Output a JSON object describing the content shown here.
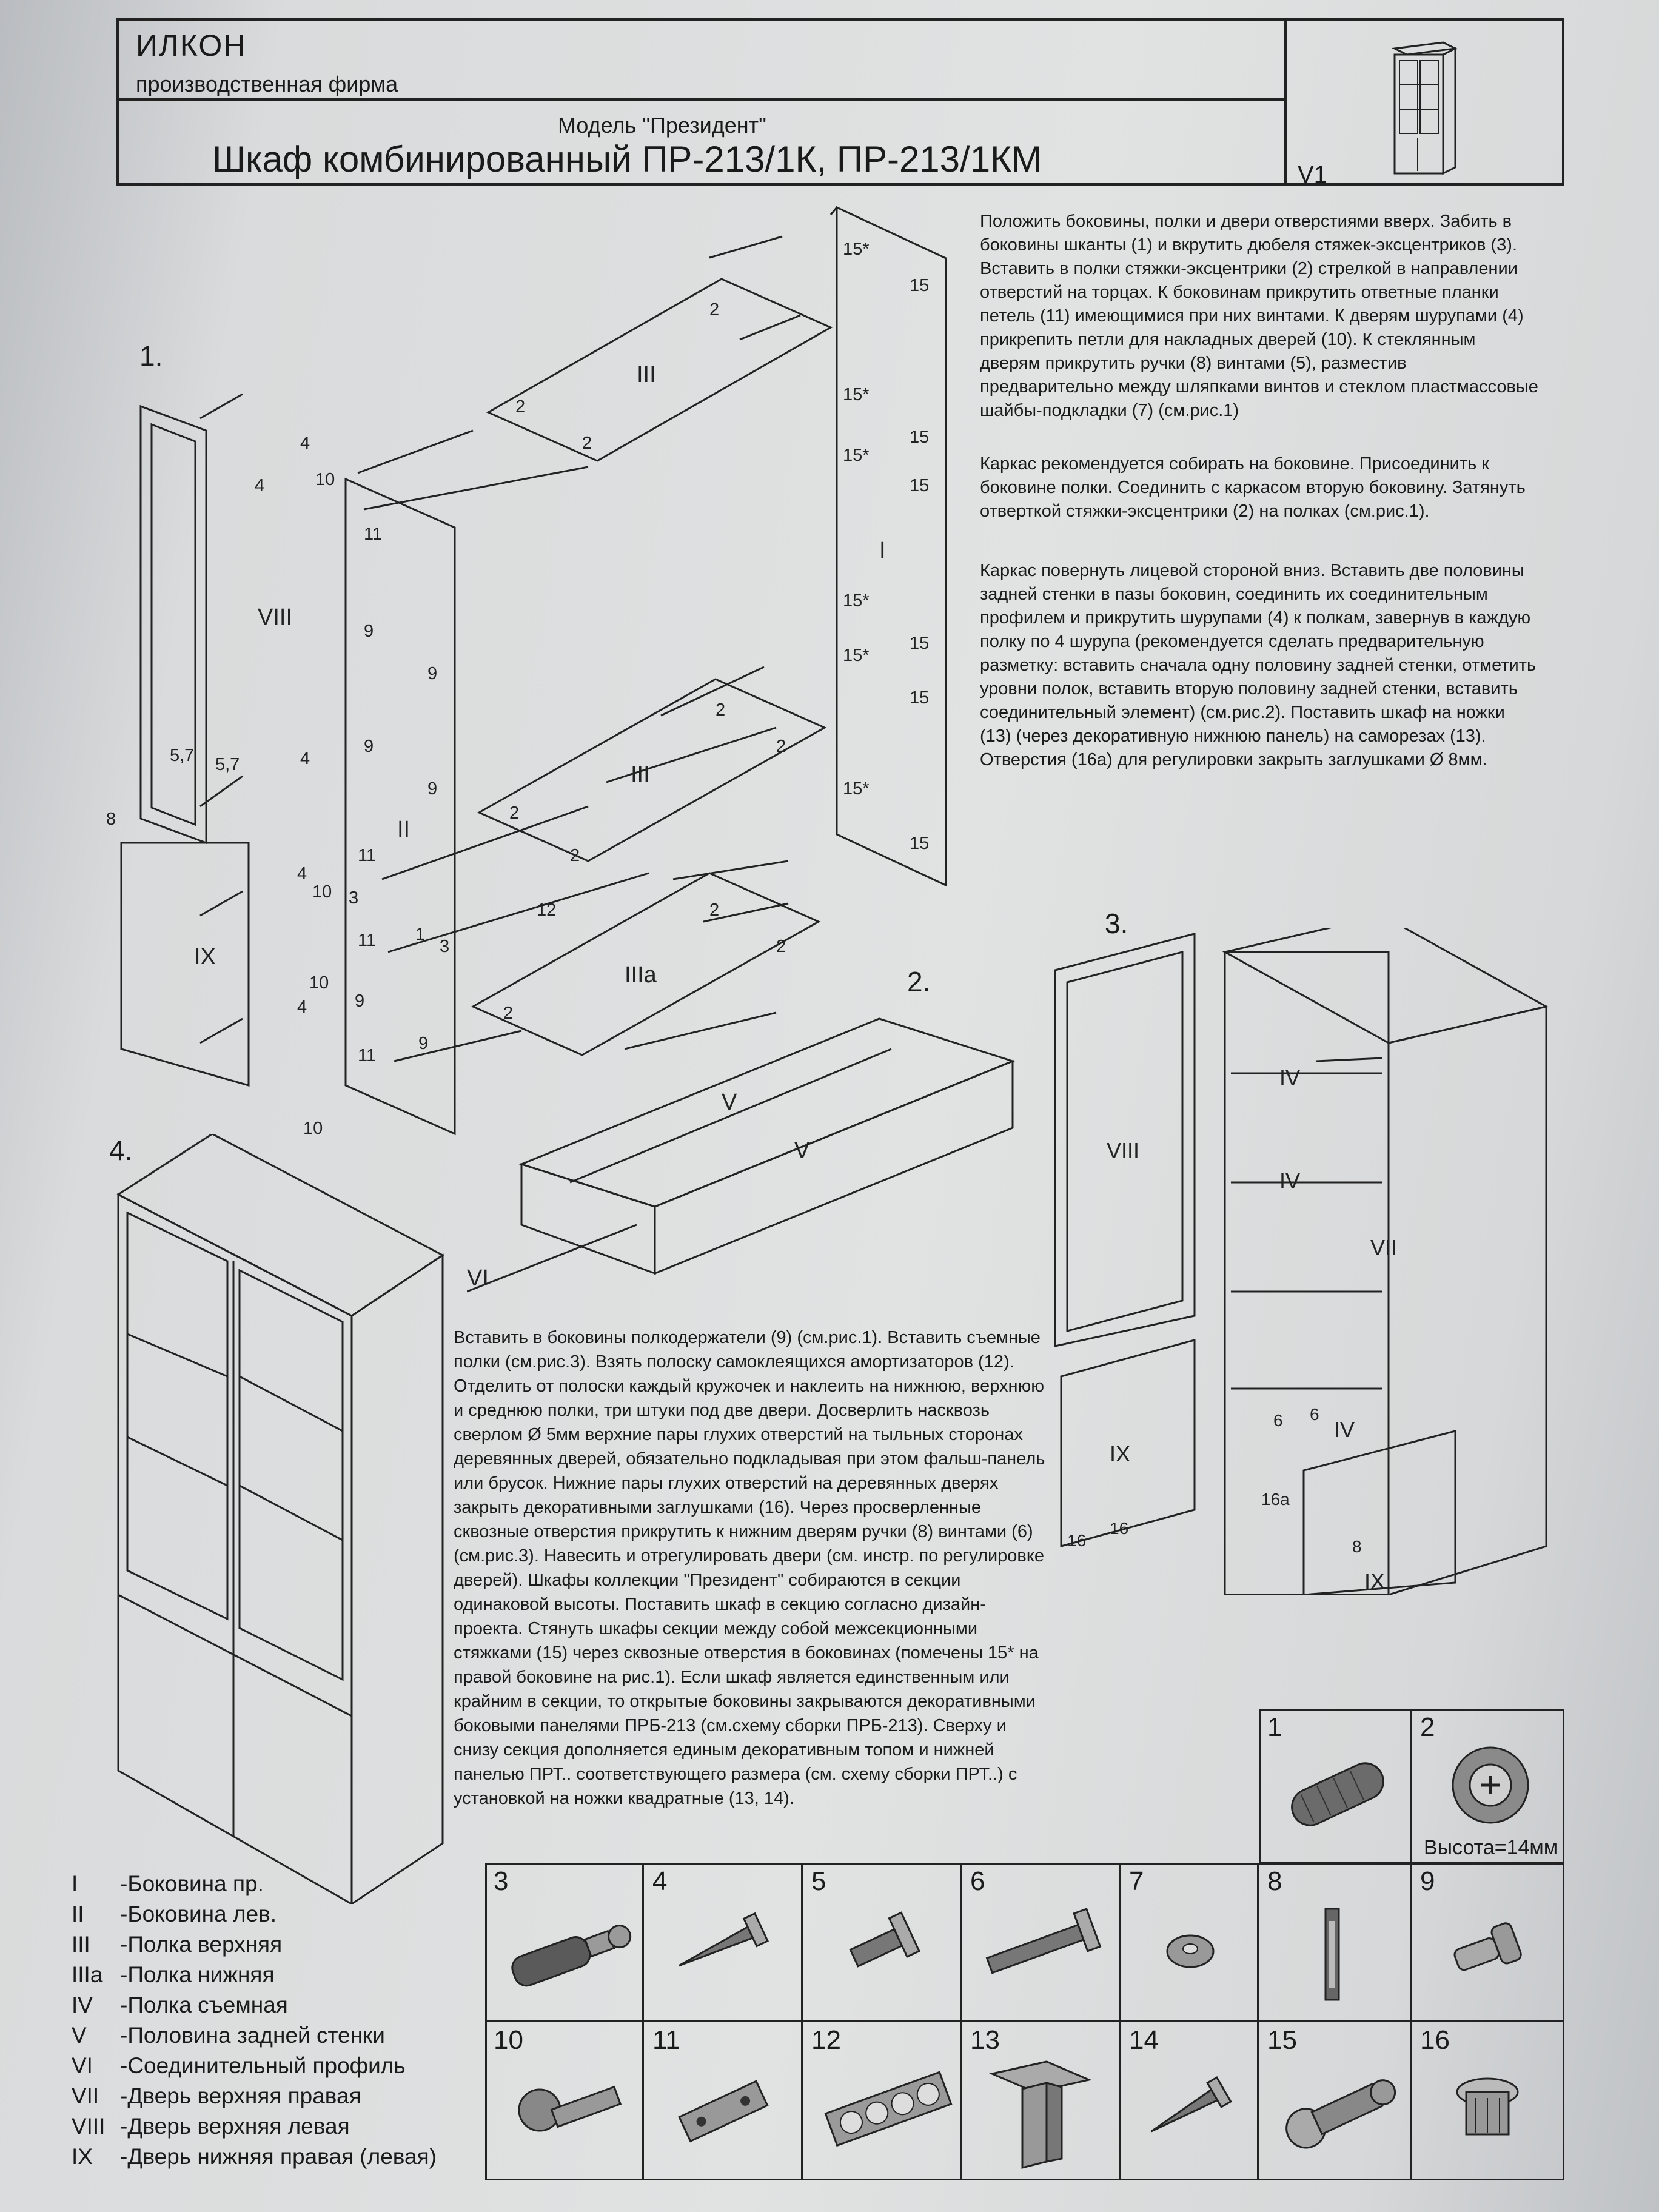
{
  "header": {
    "company": "ИЛКОН",
    "company_sub": "производственная фирма",
    "model": "Модель \"Президент\"",
    "title": "Шкаф комбинированный ПР-213/1К, ПР-213/1КМ",
    "variant": "V1"
  },
  "instructions": {
    "block1": "Положить боковины, полки и двери отверстиями вверх. Забить в боковины шканты (1) и вкрутить дюбеля стяжек-эксцентриков (3). Вставить в полки стяжки-эксцентрики (2) стрелкой в направлении отверстий на торцах. К боковинам прикрутить ответные планки петель (11) имеющимися при них винтами. К дверям шурупами (4) прикрепить петли для накладных дверей (10). К стеклянным дверям прикрутить ручки (8) винтами (5), разместив предварительно между шляпками винтов и стеклом пластмассовые шайбы-подкладки (7) (см.рис.1)",
    "block2": "Каркас рекомендуется собирать на боковине. Присоединить к боковине полки. Соединить с каркасом вторую боковину. Затянуть отверткой стяжки-эксцентрики (2) на полках (см.рис.1).",
    "block3": "Каркас повернуть лицевой стороной вниз. Вставить две половины задней стенки в пазы боковин, соединить их соединительным профилем и прикрутить шурупами (4) к полкам, завернув в каждую полку по 4 шурупа (рекомендуется сделать предварительную разметку: вставить сначала одну половину задней стенки, отметить уровни полок, вставить вторую половину задней стенки, вставить соединительный элемент) (см.рис.2). Поставить шкаф на ножки (13) (через декоративную нижнюю панель) на саморезах (13). Отверстия (16а) для регулировки закрыть заглушками Ø 8мм.",
    "block4": "Вставить в боковины полкодержатели (9) (см.рис.1). Вставить съемные полки (см.рис.3). Взять полоску самоклеящихся амортизаторов (12). Отделить от полоски каждый кружочек и наклеить на нижнюю, верхнюю и среднюю полки, три штуки под две двери. Досверлить насквозь сверлом Ø 5мм верхние пары глухих отверстий на тыльных сторонах деревянных дверей, обязательно подкладывая при этом фальш-панель или брусок. Нижние пары глухих отверстий на деревянных дверях закрыть декоративными заглушками (16). Через просверленные сквозные отверстия прикрутить к нижним дверям ручки (8) винтами (6) (см.рис.3). Навесить и отрегулировать двери (см. инстр. по регулировке дверей). Шкафы коллекции \"Президент\" собираются в секции одинаковой высоты. Поставить шкаф в секцию согласно дизайн-проекта. Стянуть шкафы секции между собой межсекционными стяжками (15) через сквозные отверстия в боковинах (помечены 15* на правой боковине на рис.1). Если шкаф является единственным или крайним в секции, то открытые боковины закрываются декоративными боковыми панелями ПРБ-213 (см.схему сборки ПРБ-213). Сверху и снизу секция дополняется единым декоративным топом и нижней панелью ПРТ.. соответствующего размера (см. схему сборки ПРТ..) с установкой на ножки квадратные (13, 14)."
  },
  "figures": {
    "fig1": {
      "number": "1.",
      "labels": [
        "VIII",
        "IX",
        "II",
        "III",
        "III",
        "IIIa",
        "I",
        "15*",
        "15*",
        "15*",
        "15*",
        "15*",
        "15*",
        "15",
        "15",
        "15",
        "15",
        "15",
        "15",
        "2",
        "2",
        "2",
        "2",
        "2",
        "2",
        "2",
        "2",
        "2",
        "2",
        "10",
        "10",
        "10",
        "10",
        "11",
        "11",
        "11",
        "11",
        "9",
        "9",
        "9",
        "9",
        "9",
        "9",
        "4",
        "4",
        "4",
        "4",
        "5,7",
        "5,7",
        "8",
        "12",
        "3",
        "3",
        "1"
      ]
    },
    "fig2": {
      "number": "2.",
      "labels": [
        "V",
        "V",
        "VI"
      ]
    },
    "fig3": {
      "number": "3.",
      "labels": [
        "VIII",
        "IX",
        "IV",
        "IV",
        "IV",
        "VII",
        "IX",
        "6",
        "6",
        "16a",
        "8",
        "16",
        "16"
      ]
    },
    "fig4": {
      "number": "4."
    }
  },
  "legend": [
    {
      "code": "I",
      "text": "-Боковина пр."
    },
    {
      "code": "II",
      "text": "-Боковина лев."
    },
    {
      "code": "III",
      "text": "-Полка верхняя"
    },
    {
      "code": "IIIa",
      "text": "-Полка нижняя"
    },
    {
      "code": "IV",
      "text": "-Полка съемная"
    },
    {
      "code": "V",
      "text": "-Половина задней стенки"
    },
    {
      "code": "VI",
      "text": "-Соединительный профиль"
    },
    {
      "code": "VII",
      "text": "-Дверь верхняя правая"
    },
    {
      "code": "VIII",
      "text": "-Дверь верхняя левая"
    },
    {
      "code": "IX",
      "text": "-Дверь нижняя правая (левая)"
    }
  ],
  "parts": [
    {
      "num": "1",
      "icon": "dowel-icon"
    },
    {
      "num": "2",
      "icon": "eccentric-cam-icon"
    },
    {
      "num": "3",
      "icon": "cam-bolt-icon"
    },
    {
      "num": "4",
      "icon": "wood-screw-icon"
    },
    {
      "num": "5",
      "icon": "short-screw-icon"
    },
    {
      "num": "6",
      "icon": "long-screw-icon"
    },
    {
      "num": "7",
      "icon": "washer-icon"
    },
    {
      "num": "8",
      "icon": "handle-icon"
    },
    {
      "num": "9",
      "icon": "shelf-support-icon"
    },
    {
      "num": "10",
      "icon": "hinge-icon"
    },
    {
      "num": "11",
      "icon": "hinge-plate-icon"
    },
    {
      "num": "12",
      "icon": "bumper-strip-icon"
    },
    {
      "num": "13",
      "icon": "square-leg-icon"
    },
    {
      "num": "14",
      "icon": "self-tapping-screw-icon"
    },
    {
      "num": "15",
      "icon": "connector-screw-icon"
    },
    {
      "num": "16",
      "icon": "plug-cap-icon"
    }
  ],
  "parts_note": "Высота=14мм"
}
